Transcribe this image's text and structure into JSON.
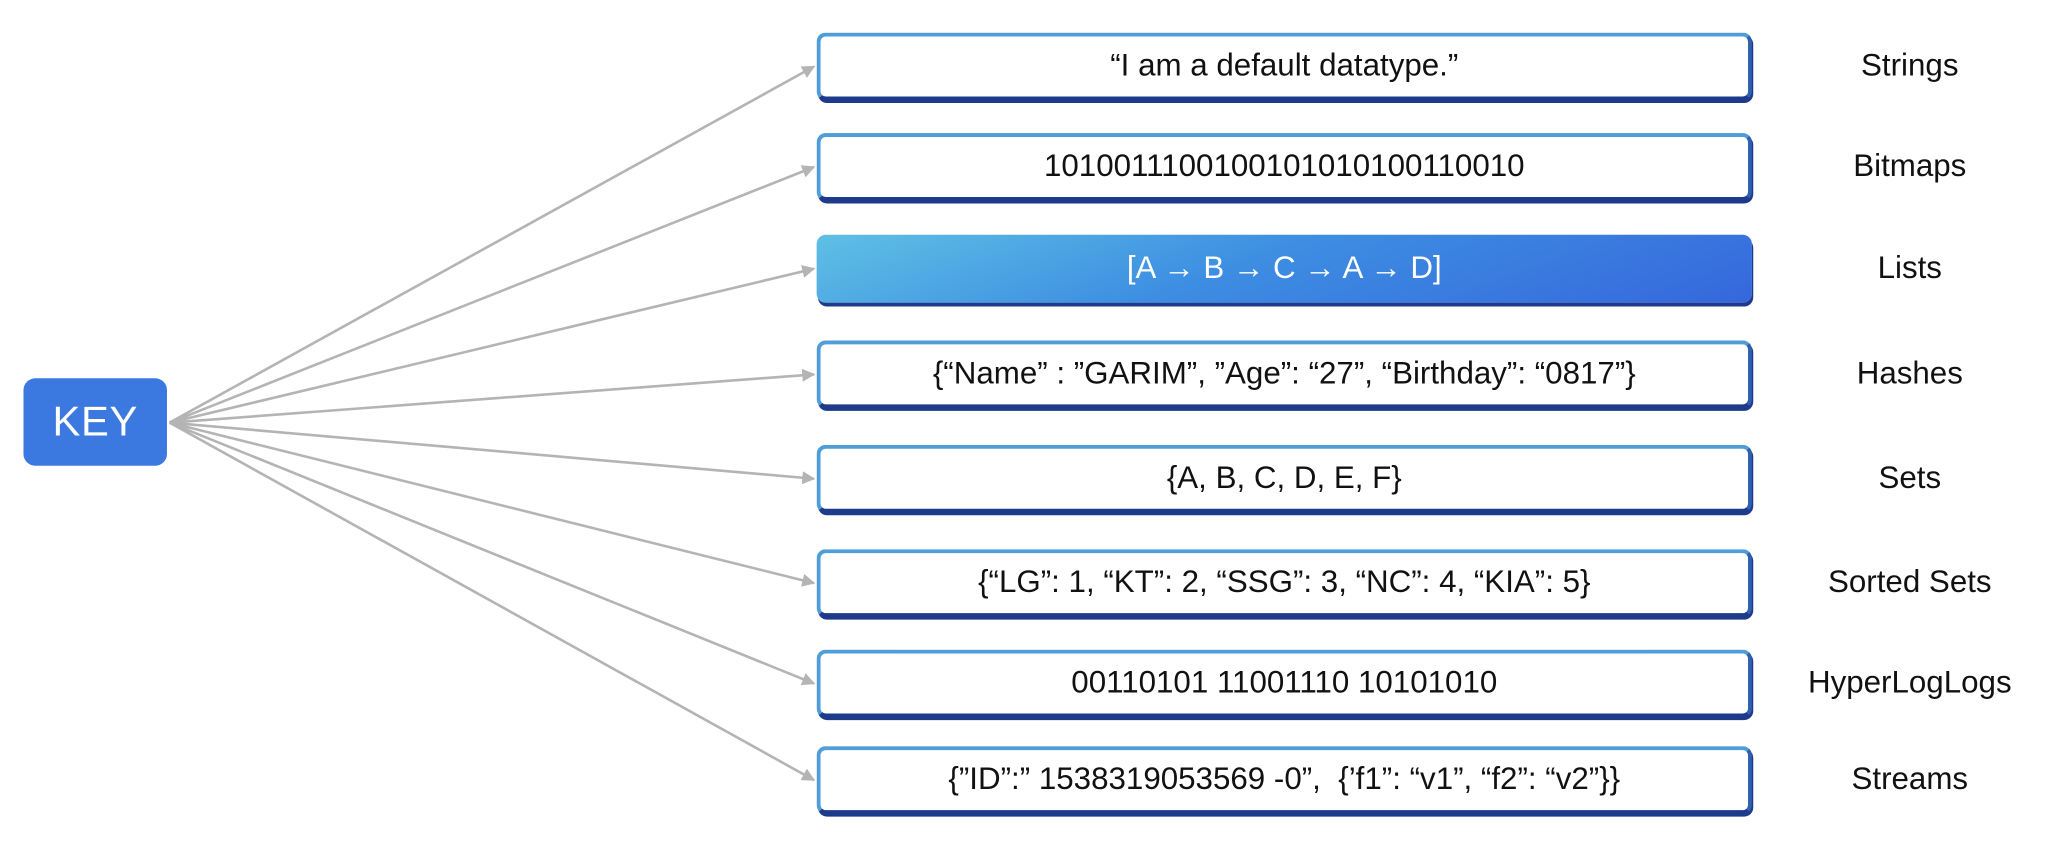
{
  "key": {
    "label": "KEY"
  },
  "types": [
    {
      "id": "strings",
      "label": "Strings",
      "value": "“I am a default datatype.”",
      "highlighted": false
    },
    {
      "id": "bitmaps",
      "label": "Bitmaps",
      "value": "1010011100100101010100110010",
      "highlighted": false
    },
    {
      "id": "lists",
      "label": "Lists",
      "value": "[A → B → C → A → D]",
      "highlighted": true
    },
    {
      "id": "hashes",
      "label": "Hashes",
      "value": "{“Name” : ”GARIM”, ”Age”: “27”, “Birthday”: “0817”}",
      "highlighted": false
    },
    {
      "id": "sets",
      "label": "Sets",
      "value": "{A, B, C, D, E, F}",
      "highlighted": false
    },
    {
      "id": "sorted-sets",
      "label": "Sorted Sets",
      "value": "{“LG”: 1, “KT”: 2, “SSG”: 3, “NC”: 4, “KIA”: 5}",
      "highlighted": false
    },
    {
      "id": "hyperloglogs",
      "label": "HyperLogLogs",
      "value": "00110101 11001110 10101010",
      "highlighted": false
    },
    {
      "id": "streams",
      "label": "Streams",
      "value": "{”ID”:” 1538319053569 -0”,  {’f1”: “v1”, “f2”: “v2”}}",
      "highlighted": false
    }
  ],
  "colors": {
    "key_fill": "#3b79e0",
    "box_border": "#4f9ed9",
    "box_border_dark": "#1e3a8a",
    "highlight_fill": "#3d8ee2",
    "arrow": "#b4b4b4"
  }
}
